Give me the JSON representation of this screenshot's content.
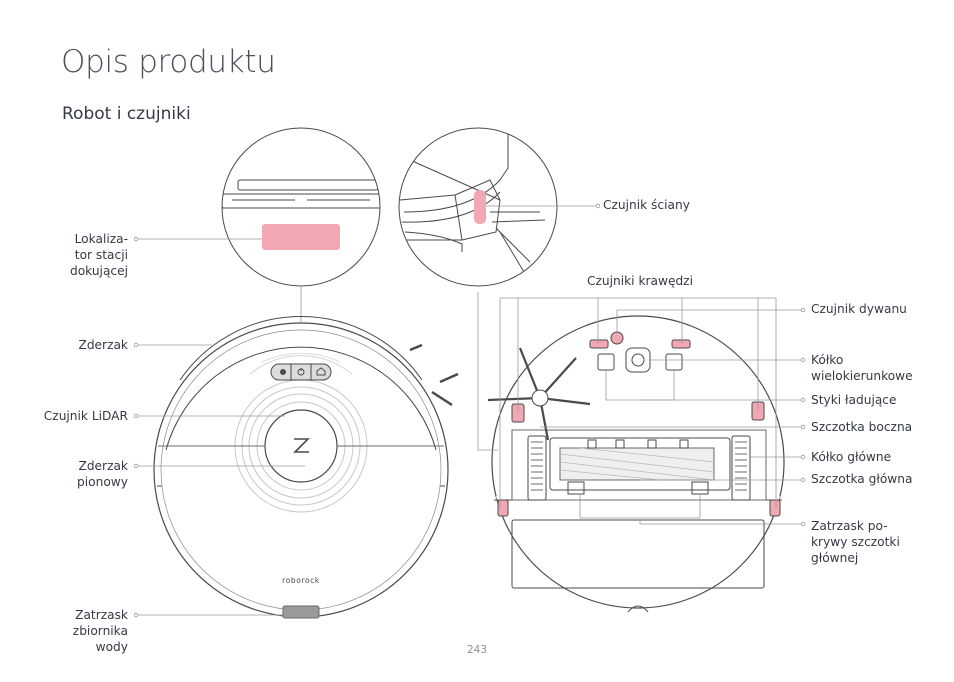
{
  "page": {
    "title": "Opis produktu",
    "subtitle": "Robot i czujniki",
    "page_number": "243"
  },
  "top_view": {
    "brand_text": "roborock",
    "labels": {
      "dock_locator": [
        "Lokaliza-",
        "tor stacji",
        "dokującej"
      ],
      "bumper": "Zderzak",
      "lidar": "Czujnik LiDAR",
      "vertical_bumper": [
        "Zderzak",
        "pionowy"
      ],
      "water_tank_latch": [
        "Zatrzask",
        "zbiornika",
        "wody"
      ]
    }
  },
  "bottom_view": {
    "labels": {
      "wall_sensor": "Czujnik ściany",
      "cliff_sensors": "Czujniki krawędzi",
      "carpet_sensor": "Czujnik dywanu",
      "omni_wheel": [
        "Kółko",
        "wielokierunkowe"
      ],
      "charging_contacts": "Styki ładujące",
      "side_brush": "Szczotka boczna",
      "main_wheel": "Kółko główne",
      "main_brush": "Szczotka główna",
      "brush_cover_latch": [
        "Zatrzask po-",
        "krywy szczotki",
        "głównej"
      ]
    }
  },
  "colors": {
    "highlight": "#f2a8b4",
    "line": "#4a4a4a",
    "leader": "#9a9a9a",
    "text": "#343a45"
  },
  "icons": [
    "bumper-button-icon",
    "power-button-icon",
    "home-button-icon",
    "logo-z-icon"
  ]
}
